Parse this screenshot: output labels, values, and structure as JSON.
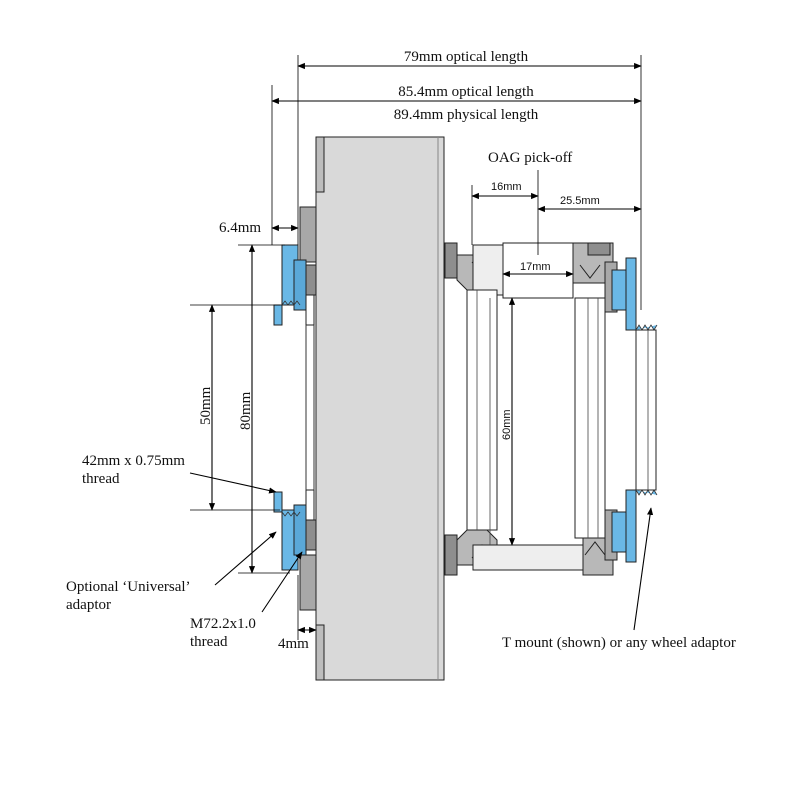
{
  "labels": {
    "optical_79": "79mm optical length",
    "optical_85": "85.4mm optical length",
    "physical_89": "89.4mm physical length",
    "oag_pickoff": "OAG pick-off",
    "dim_16": "16mm",
    "dim_25_5": "25.5mm",
    "dim_17": "17mm",
    "dim_6_4": "6.4mm",
    "dim_50": "50mm",
    "dim_80": "80mm",
    "dim_60": "60mm",
    "dim_4": "4mm",
    "thread_42_line1": "42mm x 0.75mm",
    "thread_42_line2": "thread",
    "universal_line1": "Optional ‘Universal’",
    "universal_line2": "adaptor",
    "m72_line1": "M72.2x1.0",
    "m72_line2": "thread",
    "tmount": "T mount (shown) or any wheel adaptor"
  },
  "colors": {
    "body_grey": "#d9d9d9",
    "dark_grey": "#8e8e8e",
    "mid_grey": "#b8b8b8",
    "light_grey": "#eeeeee",
    "blue": "#6ab8e6"
  }
}
